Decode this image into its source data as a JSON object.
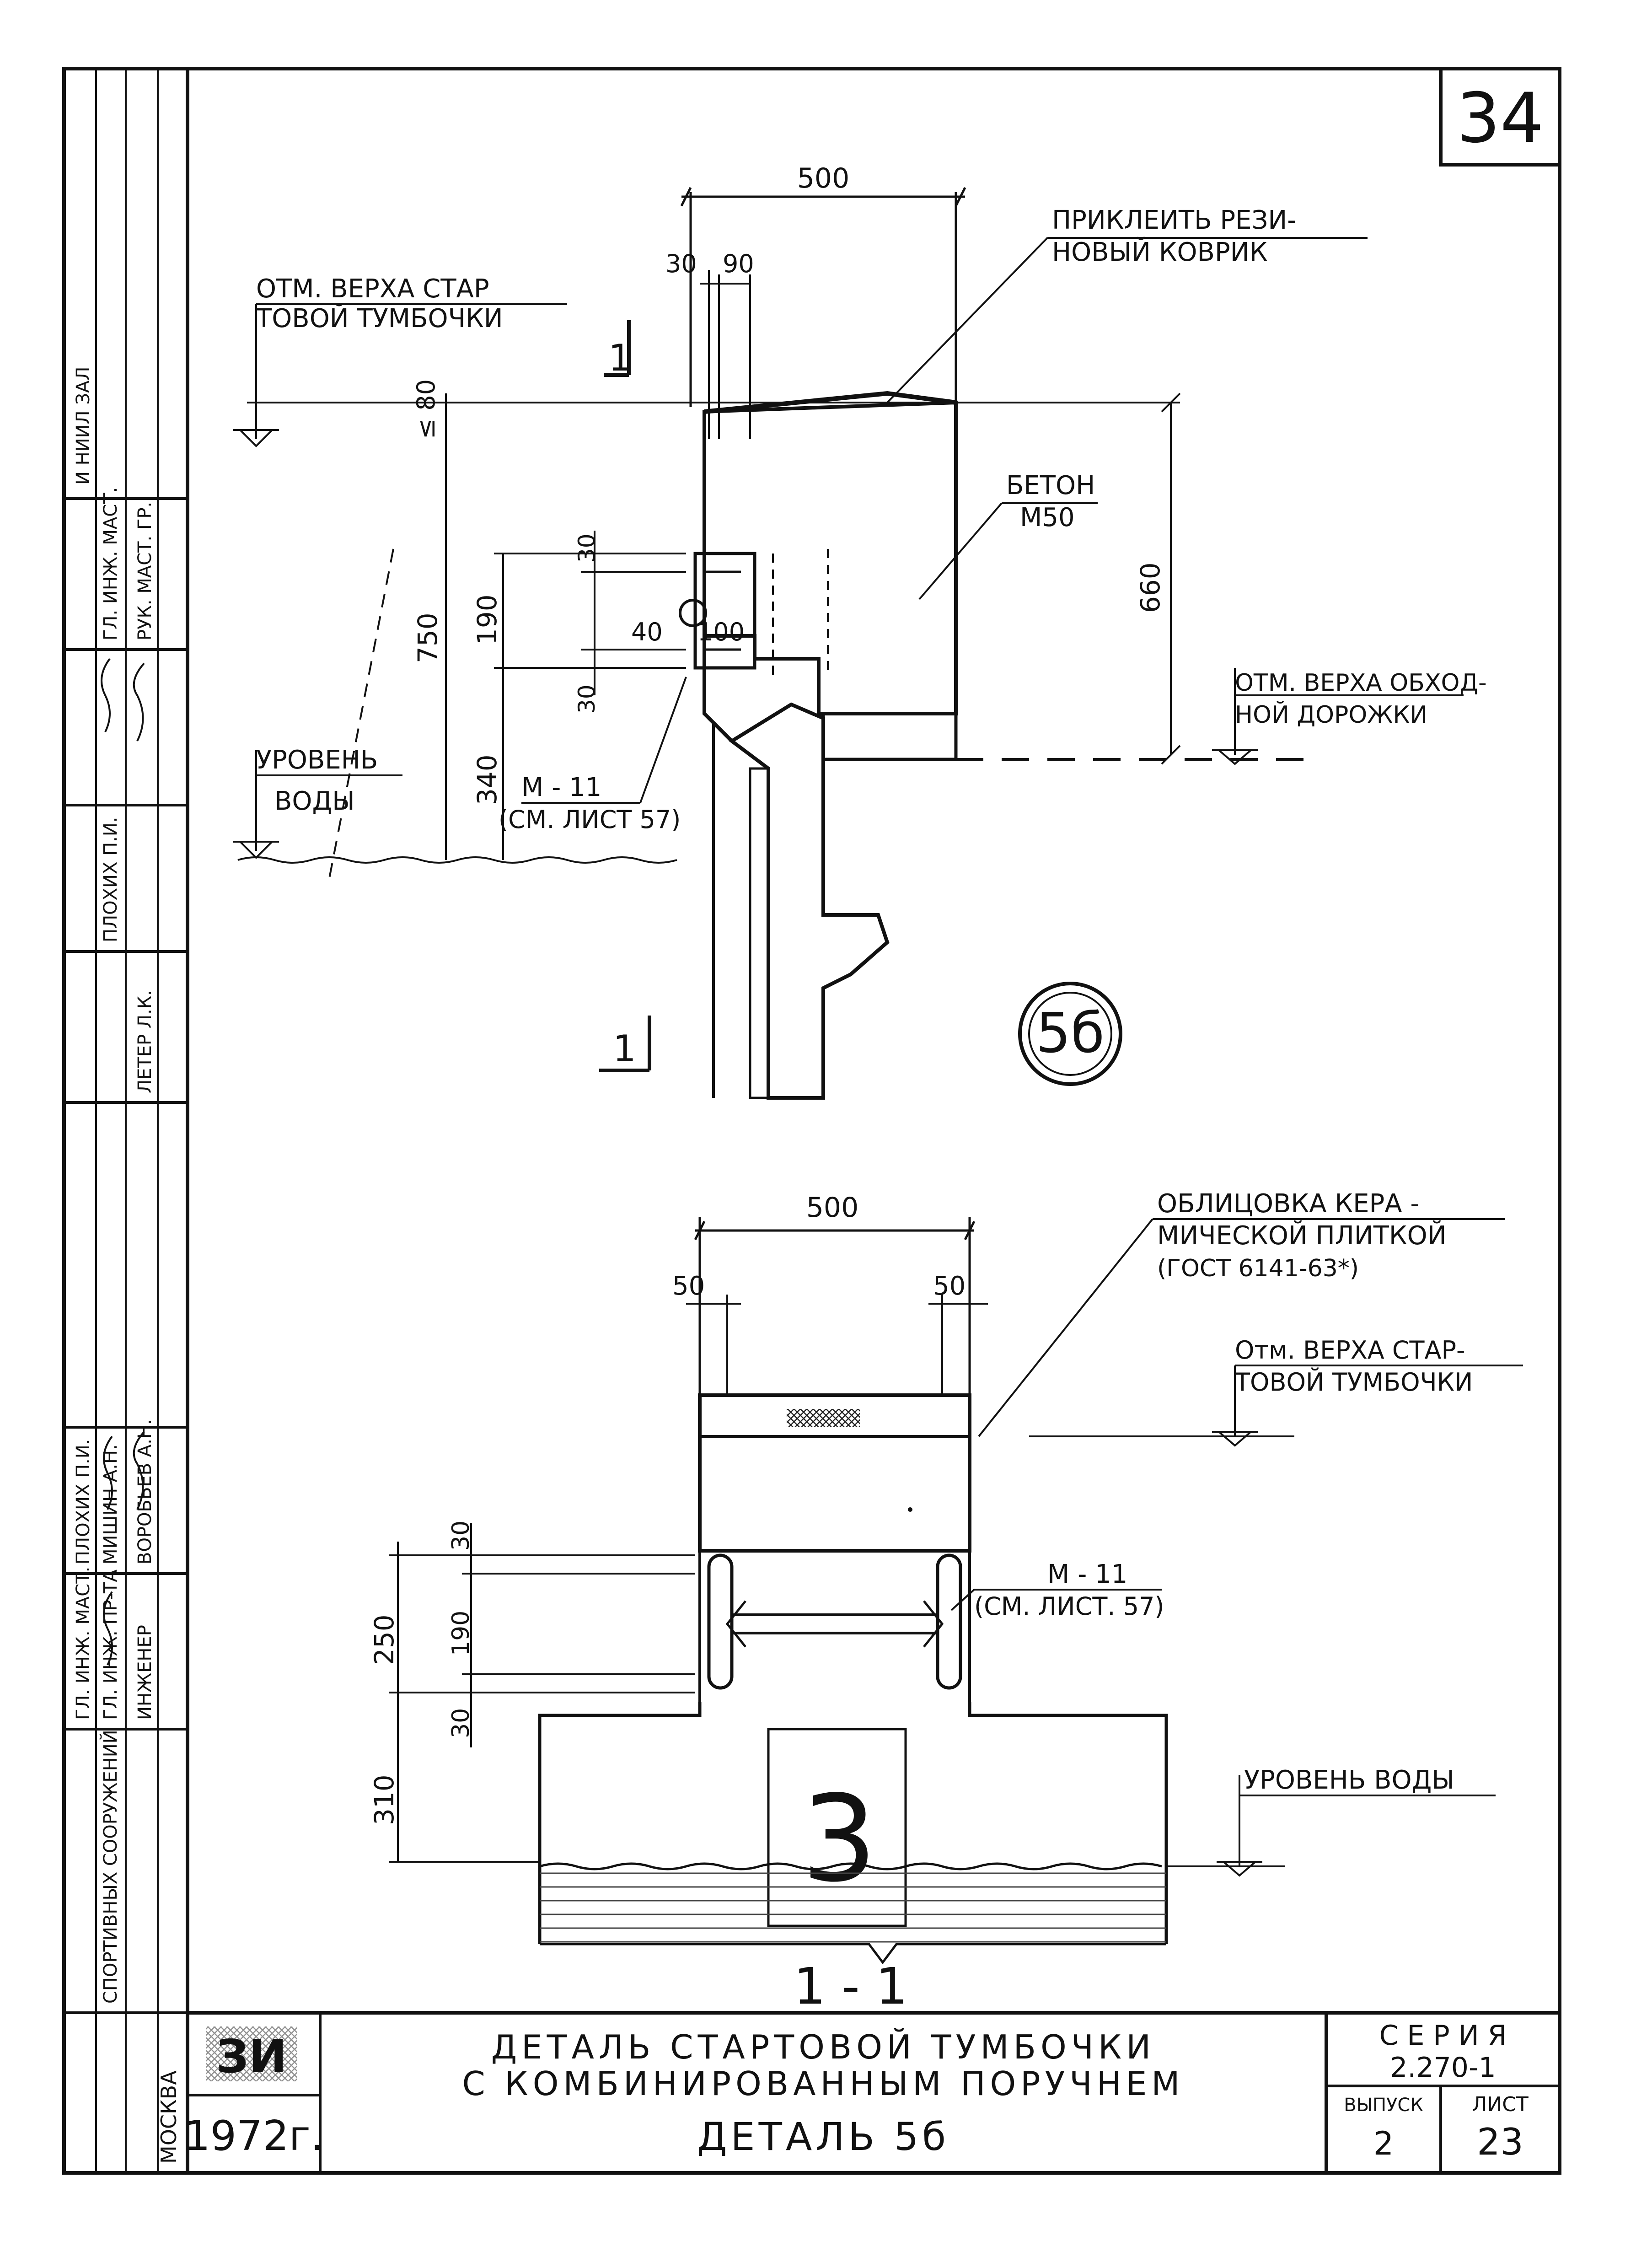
{
  "sheet_number": "34",
  "upper_detail": {
    "dims": {
      "top_width": "500",
      "d30": "30",
      "d90": "90",
      "le80": "≤ 80",
      "h750": "750",
      "h660": "660",
      "h190": "190",
      "h30a": "30",
      "h30b": "30",
      "h340": "340",
      "d40": "40",
      "d100": "100"
    },
    "labels": {
      "mat_line1": "ПРИКЛЕИТЬ РЕЗИ-",
      "mat_line2": "НОВЫЙ КОВРИК",
      "top_mark_line1": "ОТМ. ВЕРХА СТАР",
      "top_mark_line2": "ТОВОЙ ТУМБОЧКИ",
      "concrete_line1": "БЕТОН",
      "concrete_line2": "М50",
      "walkway_line1": "ОТМ. ВЕРХА ОБХОД-",
      "walkway_line2": "НОЙ ДОРОЖКИ",
      "water_line1": "УРОВЕНЬ",
      "water_line2": "ВОДЫ",
      "m11_line1": "М - 11",
      "m11_line2": "(СМ. ЛИСТ 57)",
      "section_mark": "1",
      "detail_circle": "5б"
    }
  },
  "lower_detail": {
    "dims": {
      "top_width": "500",
      "d50a": "50",
      "d50b": "50",
      "h30a": "30",
      "h250": "250",
      "h190": "190",
      "h30b": "30",
      "h310": "310"
    },
    "labels": {
      "tile_line1": "ОБЛИЦОВКА КЕРА -",
      "tile_line2": "МИЧЕСКОЙ ПЛИТКОЙ",
      "tile_line3": "(ГОСТ 6141-63*)",
      "top_mark_line1": "Отм. ВЕРХА СТАР-",
      "top_mark_line2": "ТОВОЙ ТУМБОЧКИ",
      "m11_line1": "М - 11",
      "m11_line2": "(СМ. ЛИСТ. 57)",
      "water": "УРОВЕНЬ ВОДЫ",
      "lane_number": "3",
      "section_title": "1 - 1"
    }
  },
  "title_block": {
    "title_line1": "ДЕТАЛЬ СТАРТОВОЙ ТУМБОЧКИ",
    "title_line2": "С КОМБИНИРОВАННЫМ ПОРУЧНЕМ",
    "detail_name": "ДЕТАЛЬ 5б",
    "series_label": "С Е Р И Я",
    "series_value": "2.270-1",
    "issue_label": "ВЫПУСК",
    "issue_value": "2",
    "sheet_label": "ЛИСТ",
    "sheet_value": "23",
    "year": "1972г.",
    "city": "МОСКВА"
  },
  "side_stamp": {
    "org_top": "И НИИЛ ЗАЛ",
    "rows": [
      "ГЛ. ИНЖ. МАСТ.",
      "РУК. МАСТ. ГР.",
      "ПЛОХИХ П.И.",
      "ЛЕТЕР Л.К.",
      "ГЛ. ИНЖ. МАСТ.",
      "ГЛ. ИНЖ. ПР-ТА",
      "ИНЖЕНЕР",
      "ПЛОХИХ П.И.",
      "МИШИН А.Н.",
      "ВОРОБЬЕВ А.Н."
    ],
    "org_bottom": "СПОРТИВНЫХ СООРУЖЕНИЙ"
  }
}
